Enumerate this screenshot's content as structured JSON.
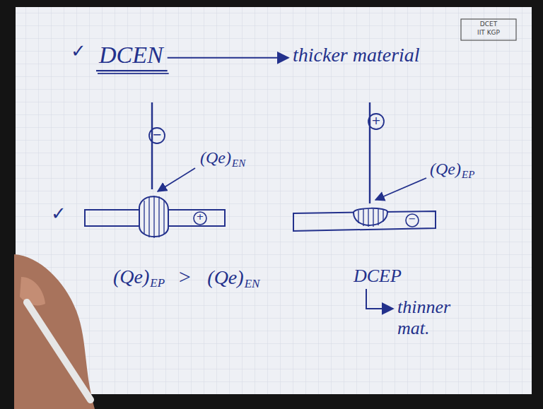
{
  "diagram": {
    "nodes": [
      {
        "text": [
          "DCEN"
        ]
      },
      {
        "text": [
          "thicker material"
        ]
      },
      {
        "text": [
          "DCEP"
        ]
      },
      {
        "text": [
          "thinner mat."
        ]
      }
    ],
    "edges": [
      {
        "from": 0,
        "to": 1,
        "arrow": "to"
      },
      {
        "from": 2,
        "to": 3,
        "arrow": "to"
      }
    ],
    "labels": [
      "DCET",
      "IIT KGP",
      "✓",
      "−",
      "(Qe)",
      "EN",
      "✓",
      "+",
      "+",
      "(Qe)",
      "EP",
      "−",
      "(Qe)",
      "EP",
      ">",
      "(Qe)",
      "EN"
    ]
  }
}
